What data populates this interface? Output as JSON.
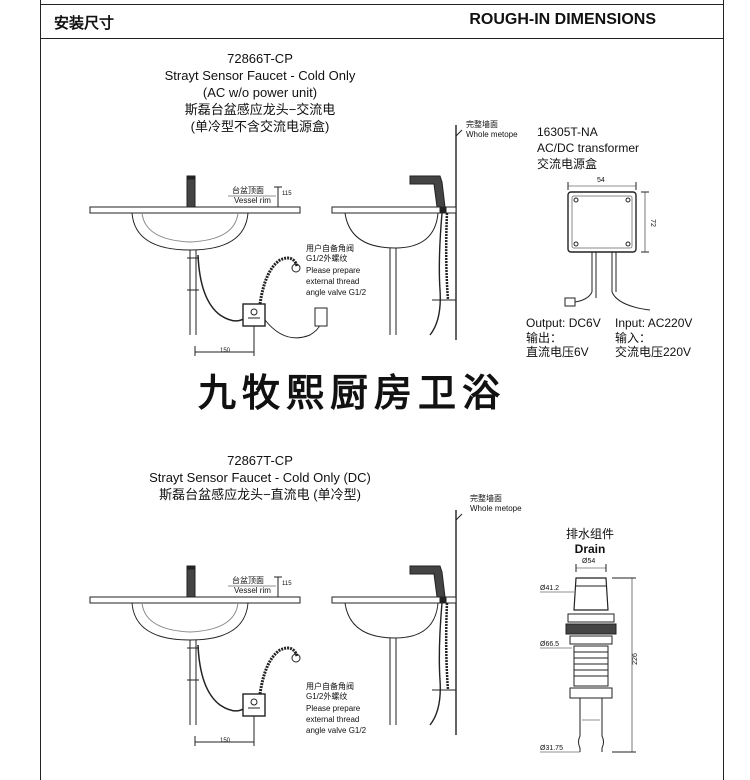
{
  "header": {
    "title_cn": "安装尺寸",
    "title_en": "ROUGH-IN DIMENSIONS"
  },
  "section1": {
    "model": "72866T-CP",
    "name_en": "Strayt Sensor Faucet - Cold Only",
    "name_en2": "(AC w/o power unit)",
    "name_cn": "斯磊台盆感应龙头−交流电",
    "name_cn2": "(单冷型不含交流电源盒)",
    "vessel_rim_cn": "台盆顶面",
    "vessel_rim_en": "Vessel rim",
    "dim_height": "115",
    "dim_width": "150",
    "angle_valve_cn1": "用户自备角阀",
    "angle_valve_cn2": "G1/2外螺纹",
    "angle_valve_en1": "Please prepare",
    "angle_valve_en2": "external thread",
    "angle_valve_en3": "angle valve G1/2",
    "wall_cn": "完整墙面",
    "wall_en": "Whole metope"
  },
  "transformer": {
    "model": "16305T-NA",
    "name_en": "AC/DC transformer",
    "name_cn": "交流电源盒",
    "dim_width": "54",
    "dim_height": "72",
    "output_en": "Output: DC6V",
    "output_cn1": "输出：",
    "output_cn2": "直流电压6V",
    "input_en": "Input: AC220V",
    "input_cn1": "输入：",
    "input_cn2": "交流电压220V"
  },
  "watermark": "九牧熙厨房卫浴",
  "section2": {
    "model": "72867T-CP",
    "name_en": "Strayt Sensor Faucet - Cold Only (DC)",
    "name_cn": "斯磊台盆感应龙头−直流电 (单冷型)",
    "vessel_rim_cn": "台盆顶面",
    "vessel_rim_en": "Vessel rim",
    "dim_height": "115",
    "dim_width": "150",
    "angle_valve_cn1": "用户自备角阀",
    "angle_valve_cn2": "G1/2外螺纹",
    "angle_valve_en1": "Please prepare",
    "angle_valve_en2": "external thread",
    "angle_valve_en3": "angle valve G1/2",
    "wall_cn": "完整墙面",
    "wall_en": "Whole metope"
  },
  "drain": {
    "title_cn": "排水组件",
    "title_en": "Drain",
    "dim_top": "Ø54",
    "dim_cap": "Ø41.2",
    "dim_flange": "Ø66.5",
    "dim_bottom": "Ø31.75",
    "dim_height": "226"
  }
}
